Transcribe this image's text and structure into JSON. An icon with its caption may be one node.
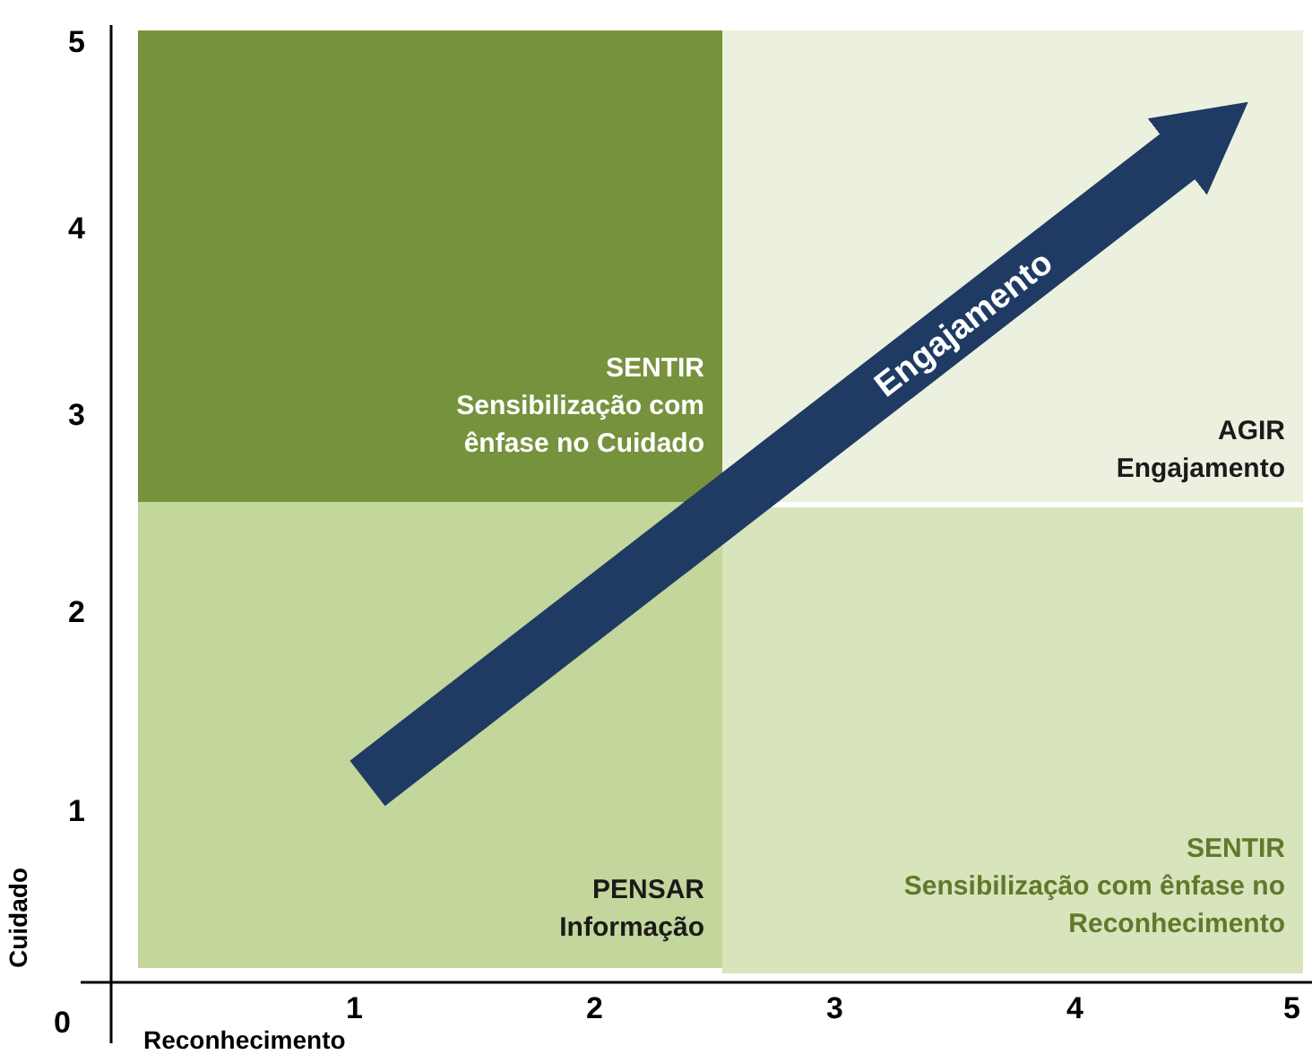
{
  "diagram": {
    "nodes": [
      {
        "text": [
          "SENTIR",
          "Sensibilização com ênfase no Cuidado"
        ]
      },
      {
        "text": [
          "AGIR",
          "Engajamento"
        ]
      },
      {
        "text": [
          "PENSAR",
          "Informação"
        ]
      },
      {
        "text": [
          "SENTIR",
          "Sensibilização com ênfase no Reconhecimento"
        ]
      }
    ],
    "edges": [
      {
        "from": 2,
        "to": 1,
        "arrow": "to",
        "label": "Engajamento"
      }
    ],
    "labels": [
      "5",
      "4",
      "3",
      "2",
      "1",
      "Cuidado",
      "0",
      "1",
      "2",
      "3",
      "4",
      "5",
      "Reconhecimento"
    ]
  }
}
